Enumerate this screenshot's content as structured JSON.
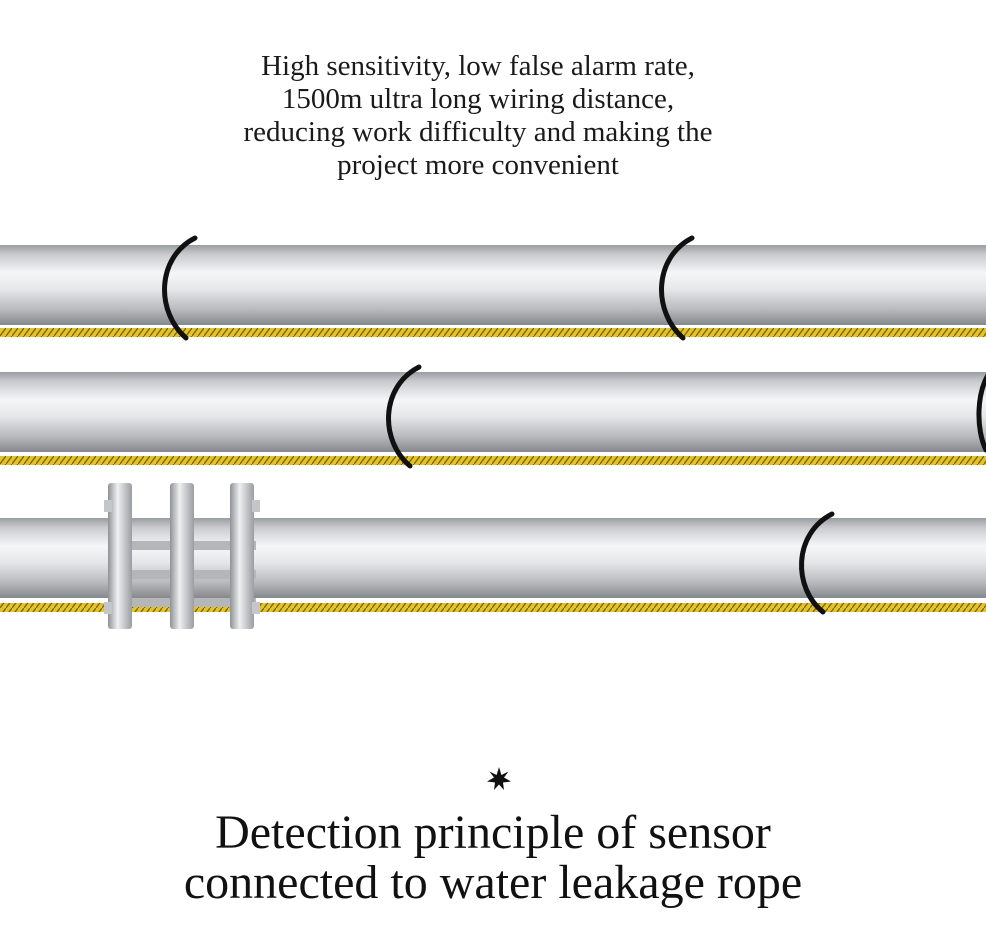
{
  "intro": {
    "lines": [
      "High sensitivity, low false alarm rate,",
      "1500m ultra long wiring distance,",
      "reducing work difficulty and making the",
      "project more convenient"
    ]
  },
  "heading": {
    "lines": [
      "Detection principle of sensor",
      "connected to water leakage rope"
    ]
  },
  "colors": {
    "background": "#ffffff",
    "pipe_light": "#f4f5f6",
    "pipe_mid": "#c6c8cb",
    "pipe_dark": "#8e9195",
    "rope": "#e0bd22",
    "clip": "#111111",
    "text": "#111111"
  },
  "icons": {
    "decoration": "asterisk-icon",
    "clip": "cable-clip-icon",
    "coupling": "pipe-coupling-icon"
  }
}
